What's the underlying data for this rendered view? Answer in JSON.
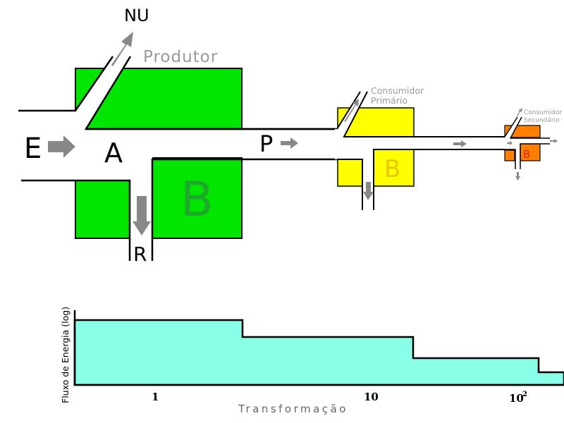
{
  "labels": {
    "input": "E",
    "assimilated": "A",
    "production": "P",
    "respiration": "R",
    "not_used": "NU",
    "biomass": "B",
    "producer": "Produtor",
    "primary_consumer_line1": "Consumidor",
    "primary_consumer_line2": "Primário",
    "secondary_consumer_line1": "Consumidor",
    "secondary_consumer_line2": "Secundário"
  },
  "chart_labels": {
    "ylabel": "Fluxo de Energia (log)",
    "xlabel": "Transformação",
    "tick_1": "1",
    "tick_10": "10",
    "tick_100_base": "10",
    "tick_100_exp": "2"
  },
  "colors": {
    "producer": "#00e600",
    "primary_consumer": "#ffff00",
    "secondary_consumer": "#ff7f00",
    "biomass_producer_text": "#1fa82b",
    "biomass_primary_text": "#e8c800",
    "biomass_secondary_text": "#e0201c",
    "arrow": "#888888",
    "channel": "#ffffff",
    "outline": "#000000",
    "step_fill": "#88ffe6",
    "label_grey": "#9a9a9a"
  }
}
